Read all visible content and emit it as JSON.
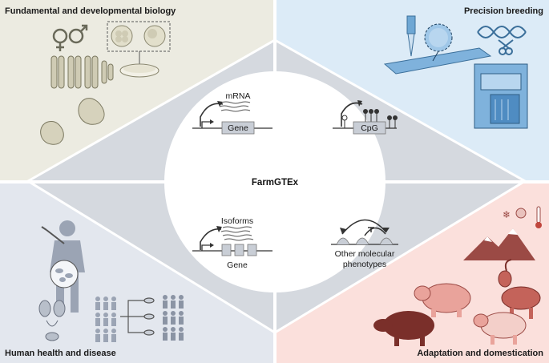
{
  "quadrants": {
    "top_left": "Fundamental and developmental biology",
    "top_right": "Precision breeding",
    "bottom_left": "Human health and disease",
    "bottom_right": "Adaptation and domestication"
  },
  "center": {
    "title": "FarmGTEx",
    "mrna": {
      "top": "mRNA",
      "box": "Gene"
    },
    "cpg": {
      "box": "CpG"
    },
    "isoforms": {
      "top": "Isoforms",
      "bottom": "Gene"
    },
    "other": {
      "line1": "Other molecular",
      "line2": "phenotypes"
    }
  },
  "colors": {
    "top_left_bg": "#ecebe1",
    "top_right_bg": "#dcebf7",
    "bottom_left_bg": "#e3e7ee",
    "bottom_right_bg": "#fbe0dc",
    "gene_box": "#c9ced6"
  }
}
